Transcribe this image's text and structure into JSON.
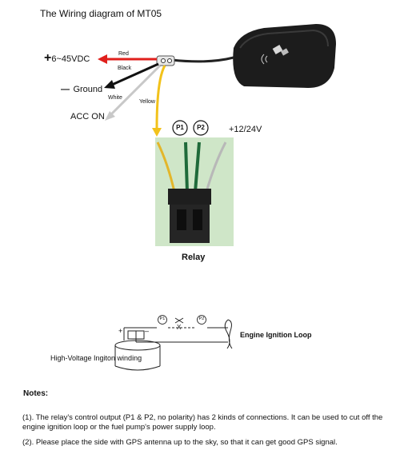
{
  "title": "The Wiring diagram of MT05",
  "wires": {
    "red": "Red",
    "black": "Black",
    "white": "White",
    "yellow": "Yellow"
  },
  "terminals": {
    "power": "6~45VDC",
    "power_sign": "+",
    "ground": "Ground",
    "ground_sign": "—",
    "acc": "ACC ON"
  },
  "relay": {
    "label": "Relay",
    "p1": "P1",
    "p2": "P2",
    "supply": "+12/24V"
  },
  "circuit": {
    "p1": "P1",
    "p2": "P2",
    "cut": "X",
    "plus": "+",
    "minus": "–",
    "loop_label": "Engine Ignition Loop",
    "winding_label": "High-Voltage Ingiton winding"
  },
  "notes": {
    "heading": "Notes:",
    "items": [
      "(1). The relay's control output (P1 & P2, no polarity) has 2 kinds of connections. It can be used to cut off the engine ignition loop or the fuel pump's power supply loop.",
      "(2). Please place the side with GPS antenna up to the sky, so that it can get good GPS signal."
    ]
  },
  "colors": {
    "red_wire": "#e0201c",
    "black_wire": "#111111",
    "white_wire": "#c8c8c8",
    "yellow_wire": "#f2c21b",
    "relay_bg": "#cfe6c8",
    "green_wire": "#1f6a3a",
    "device": "#1c1c1c"
  }
}
